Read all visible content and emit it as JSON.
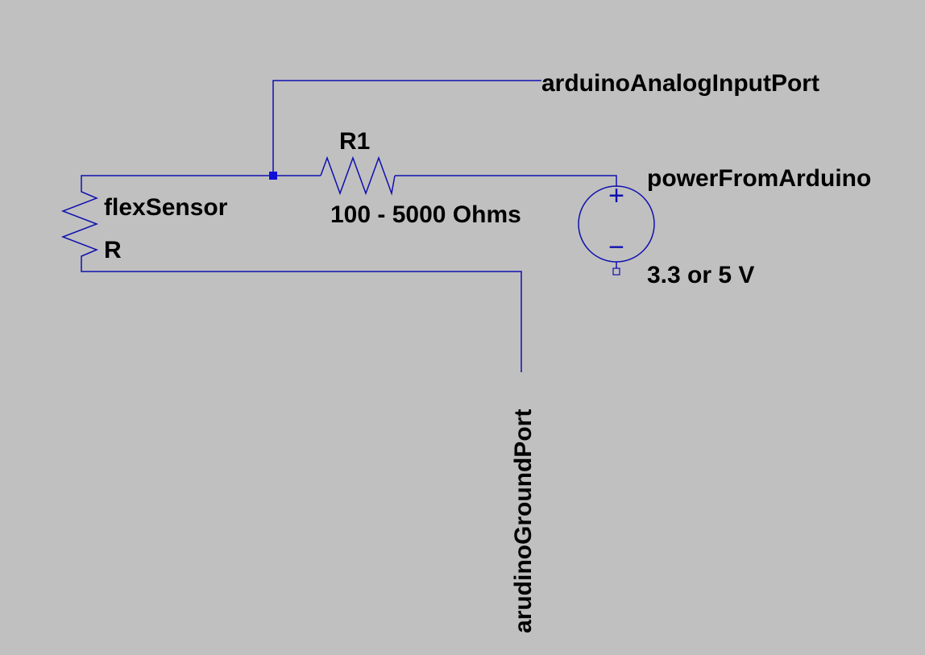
{
  "colors": {
    "background": "#c0c0c0",
    "wire": "#1010b0",
    "junction": "#1010d8",
    "text": "#000000"
  },
  "net_labels": {
    "analog_input": "arduinoAnalogInputPort",
    "ground": "arudinoGroundPort"
  },
  "components": {
    "flex_sensor": {
      "name": "flexSensor",
      "value": "R"
    },
    "r1": {
      "name": "R1",
      "value": "100 - 5000 Ohms"
    },
    "voltage_source": {
      "name": "powerFromArduino",
      "value": "3.3 or 5 V",
      "plus_symbol": "+",
      "minus_symbol": "−"
    }
  }
}
